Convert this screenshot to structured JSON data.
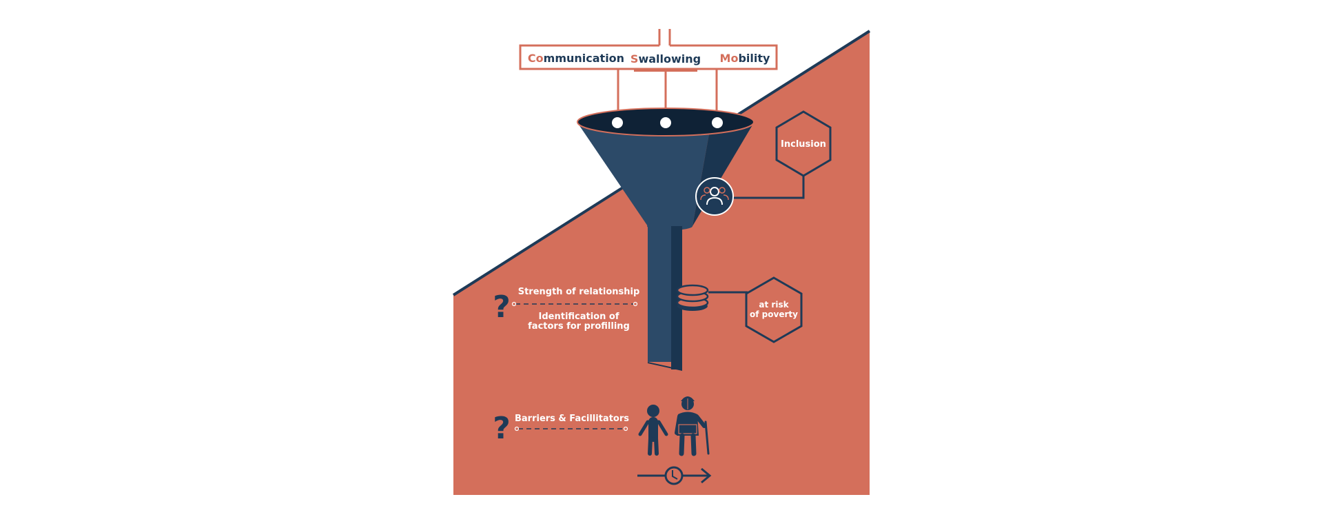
{
  "header": {
    "items": [
      {
        "initial": "Co",
        "rest": "mmunication"
      },
      {
        "initial": "S",
        "rest": "wallowing"
      },
      {
        "initial": "Mo",
        "rest": "bility"
      }
    ]
  },
  "inclusion": {
    "label": "Inclusion"
  },
  "poverty": {
    "line1": "at risk",
    "line2": "of poverty"
  },
  "questions": {
    "mark": "?",
    "strength": "Strength of relationship",
    "identification_line1": "Identification of",
    "identification_line2": "factors for profilling",
    "barriers": "Barriers & Facillitators"
  },
  "colors": {
    "background": "#ffffff",
    "terracotta": "#d46f5b",
    "navy": "#1e3a57",
    "funnel_left": "#2c4a68",
    "funnel_right": "#1a3550",
    "funnel_rim": "#0f2236"
  },
  "icons": [
    "people-icon",
    "coin-stack-icon",
    "child-figure-icon",
    "elderly-figure-icon",
    "clock-icon",
    "arrow-right-icon",
    "question-mark-icon"
  ]
}
